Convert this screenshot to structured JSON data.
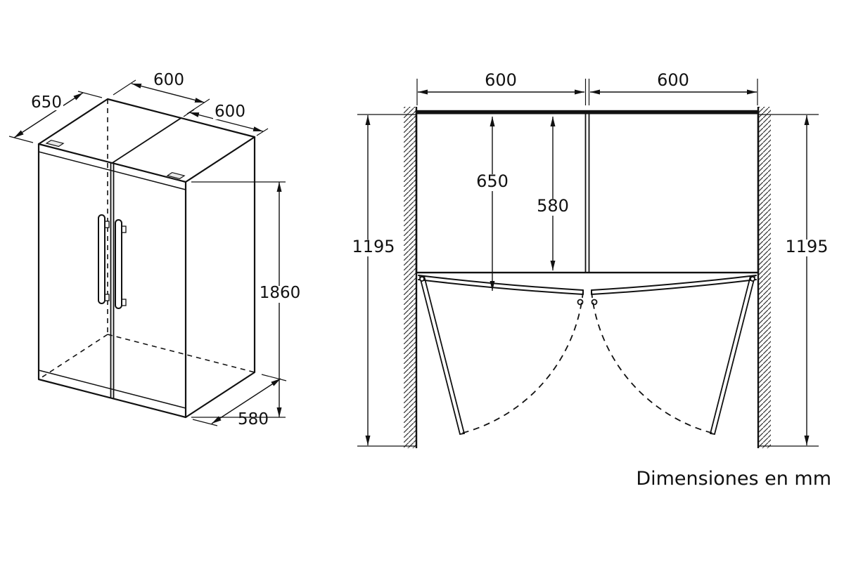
{
  "colors": {
    "line": "#111111",
    "background": "#ffffff",
    "hatch": "#333333"
  },
  "iso_view": {
    "description": "isometric-front-view-of-two-door-appliance",
    "dims": {
      "depth_top": "650",
      "door_width_left": "600",
      "door_width_right": "600",
      "height": "1860",
      "depth_bottom": "580"
    }
  },
  "plan_view": {
    "description": "top-view-with-door-swing-between-walls",
    "dims": {
      "door_width_left": "600",
      "door_width_right": "600",
      "depth_with_door": "650",
      "depth_body": "580",
      "clearance_left": "1195",
      "clearance_right": "1195"
    }
  },
  "footer": {
    "note": "Dimensiones en mm"
  }
}
